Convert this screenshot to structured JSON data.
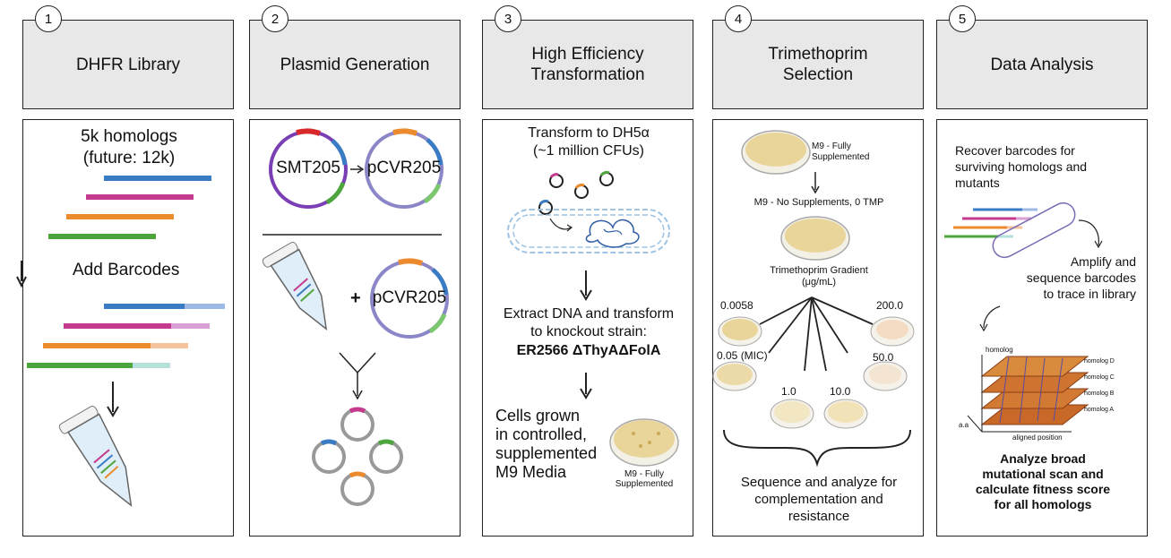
{
  "steps": [
    {
      "number": "1",
      "title": "DHFR Library"
    },
    {
      "number": "2",
      "title": "Plasmid Generation"
    },
    {
      "number": "3",
      "title_lines": [
        "High Efficiency",
        "Transformation"
      ]
    },
    {
      "number": "4",
      "title_lines": [
        "Trimethoprim",
        "Selection"
      ]
    },
    {
      "number": "5",
      "title": "Data Analysis"
    }
  ],
  "p1": {
    "homologs": "5k homologs",
    "future": "(future: 12k)",
    "add_barcodes": "Add Barcodes"
  },
  "p2": {
    "plasmid_a": "SMT205",
    "plasmid_b": "pCVR205",
    "plasmid_c": "pCVR205",
    "plus": "+"
  },
  "p3": {
    "transform_line1": "Transform to DH5α",
    "transform_line2": "(~1 million CFUs)",
    "extract_line1": "Extract DNA and transform",
    "extract_line2": "to knockout strain:",
    "strain": "ER2566 ΔThyAΔFolA",
    "cells_lines": [
      "Cells grown",
      "in controlled,",
      "supplemented",
      "M9 Media"
    ],
    "dish_label_1": "M9 - Fully",
    "dish_label_2": "Supplemented"
  },
  "p4": {
    "dish_top_1": "M9 - Fully",
    "dish_top_2": "Supplemented",
    "no_supp": "M9 - No Supplements, 0 TMP",
    "gradient_1": "Trimethoprim Gradient",
    "gradient_2": "(μg/mL)",
    "conc": [
      "0.0058",
      "0.05 (MIC)",
      "1.0",
      "10.0",
      "50.0",
      "200.0"
    ],
    "bottom_lines": [
      "Sequence and analyze for",
      "complementation and",
      "resistance"
    ]
  },
  "p5": {
    "recover_lines": [
      "Recover barcodes for",
      "surviving homologs and",
      "mutants"
    ],
    "amplify_lines": [
      "Amplify and",
      "sequence barcodes",
      "to trace in library"
    ],
    "axis_y": "homolog",
    "axis_x": "aligned position",
    "axis_aa": "a.a",
    "layers": [
      "homolog D",
      "homolog C",
      "homolog B",
      "homolog A"
    ],
    "analyze_lines": [
      "Analyze broad",
      "mutational scan and",
      "calculate fitness score",
      "for all homologs"
    ]
  },
  "colors": {
    "blue": "#3a7cc3",
    "magenta": "#c63a8e",
    "orange": "#ec8a2e",
    "green": "#4ea53e",
    "purple": "#7b3fb5",
    "dish": "#e9d49a",
    "header": "#e8e8e8"
  }
}
